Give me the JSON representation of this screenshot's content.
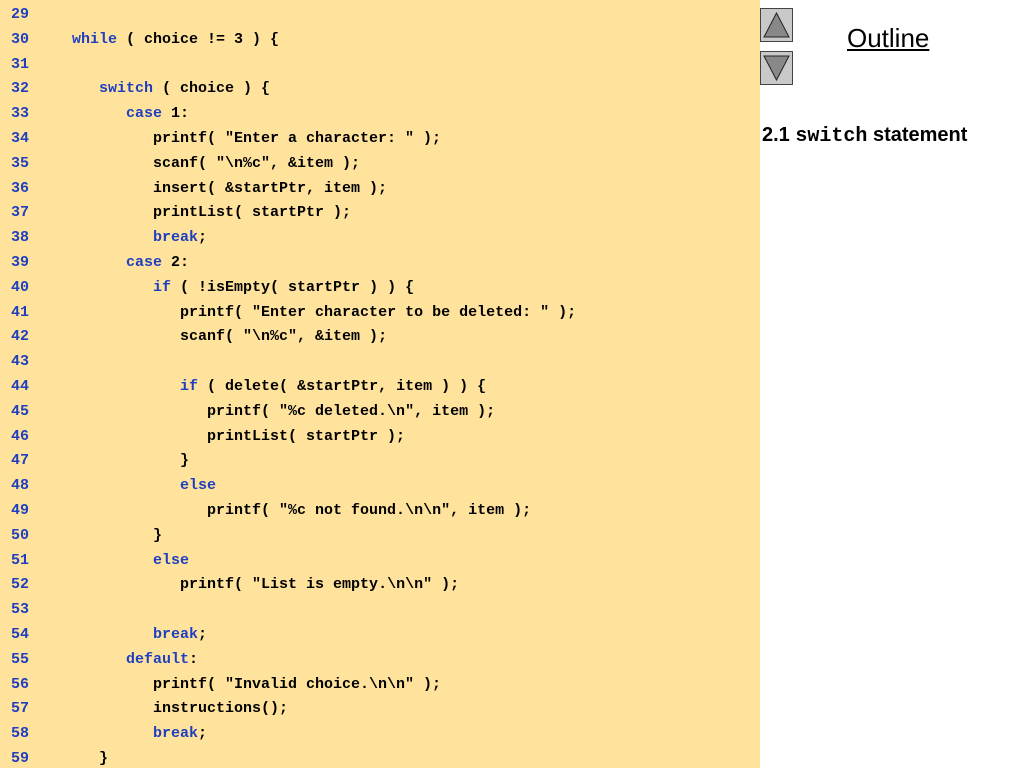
{
  "outline": {
    "label": "Outline"
  },
  "nav": {
    "up_icon": "triangle-up-icon",
    "down_icon": "triangle-down-icon"
  },
  "side": {
    "section_number": "2.1",
    "keyword": "switch",
    "rest": "statement"
  },
  "colors": {
    "code_bg": "#ffe39c",
    "line_number": "#1f3fbf",
    "keyword": "#1f3fbf",
    "nav_button": "#c9c9c9"
  },
  "lines": [
    {
      "n": "29",
      "indent": "",
      "parts": []
    },
    {
      "n": "30",
      "indent": "",
      "parts": [
        {
          "t": "while",
          "k": true
        },
        {
          "t": " ( choice != 3 ) {",
          "k": false
        }
      ]
    },
    {
      "n": "31",
      "indent": "",
      "parts": []
    },
    {
      "n": "32",
      "indent": "   ",
      "parts": [
        {
          "t": "switch",
          "k": true
        },
        {
          "t": " ( choice ) {",
          "k": false
        }
      ]
    },
    {
      "n": "33",
      "indent": "      ",
      "parts": [
        {
          "t": "case",
          "k": true
        },
        {
          "t": " 1:",
          "k": false
        }
      ]
    },
    {
      "n": "34",
      "indent": "         ",
      "parts": [
        {
          "t": "printf( \"Enter a character: \" );",
          "k": false
        }
      ]
    },
    {
      "n": "35",
      "indent": "         ",
      "parts": [
        {
          "t": "scanf( \"\\n%c\", &item );",
          "k": false
        }
      ]
    },
    {
      "n": "36",
      "indent": "         ",
      "parts": [
        {
          "t": "insert( &startPtr, item );",
          "k": false
        }
      ]
    },
    {
      "n": "37",
      "indent": "         ",
      "parts": [
        {
          "t": "printList( startPtr );",
          "k": false
        }
      ]
    },
    {
      "n": "38",
      "indent": "         ",
      "parts": [
        {
          "t": "break",
          "k": true
        },
        {
          "t": ";",
          "k": false
        }
      ]
    },
    {
      "n": "39",
      "indent": "      ",
      "parts": [
        {
          "t": "case",
          "k": true
        },
        {
          "t": " 2:",
          "k": false
        }
      ]
    },
    {
      "n": "40",
      "indent": "         ",
      "parts": [
        {
          "t": "if",
          "k": true
        },
        {
          "t": " ( !isEmpty( startPtr ) ) {",
          "k": false
        }
      ]
    },
    {
      "n": "41",
      "indent": "            ",
      "parts": [
        {
          "t": "printf( \"Enter character to be deleted: \" );",
          "k": false
        }
      ]
    },
    {
      "n": "42",
      "indent": "            ",
      "parts": [
        {
          "t": "scanf( \"\\n%c\", &item );",
          "k": false
        }
      ]
    },
    {
      "n": "43",
      "indent": "",
      "parts": []
    },
    {
      "n": "44",
      "indent": "            ",
      "parts": [
        {
          "t": "if",
          "k": true
        },
        {
          "t": " ( delete( &startPtr, item ) ) {",
          "k": false
        }
      ]
    },
    {
      "n": "45",
      "indent": "               ",
      "parts": [
        {
          "t": "printf( \"%c deleted.\\n\", item );",
          "k": false
        }
      ]
    },
    {
      "n": "46",
      "indent": "               ",
      "parts": [
        {
          "t": "printList( startPtr );",
          "k": false
        }
      ]
    },
    {
      "n": "47",
      "indent": "            ",
      "parts": [
        {
          "t": "}",
          "k": false
        }
      ]
    },
    {
      "n": "48",
      "indent": "            ",
      "parts": [
        {
          "t": "else",
          "k": true
        }
      ]
    },
    {
      "n": "49",
      "indent": "               ",
      "parts": [
        {
          "t": "printf( \"%c not found.\\n\\n\", item );",
          "k": false
        }
      ]
    },
    {
      "n": "50",
      "indent": "         ",
      "parts": [
        {
          "t": "}",
          "k": false
        }
      ]
    },
    {
      "n": "51",
      "indent": "         ",
      "parts": [
        {
          "t": "else",
          "k": true
        }
      ]
    },
    {
      "n": "52",
      "indent": "            ",
      "parts": [
        {
          "t": "printf( \"List is empty.\\n\\n\" );",
          "k": false
        }
      ]
    },
    {
      "n": "53",
      "indent": "",
      "parts": []
    },
    {
      "n": "54",
      "indent": "         ",
      "parts": [
        {
          "t": "break",
          "k": true
        },
        {
          "t": ";",
          "k": false
        }
      ]
    },
    {
      "n": "55",
      "indent": "      ",
      "parts": [
        {
          "t": "default",
          "k": true
        },
        {
          "t": ":",
          "k": false
        }
      ]
    },
    {
      "n": "56",
      "indent": "         ",
      "parts": [
        {
          "t": "printf( \"Invalid choice.\\n\\n\" );",
          "k": false
        }
      ]
    },
    {
      "n": "57",
      "indent": "         ",
      "parts": [
        {
          "t": "instructions();",
          "k": false
        }
      ]
    },
    {
      "n": "58",
      "indent": "         ",
      "parts": [
        {
          "t": "break",
          "k": true
        },
        {
          "t": ";",
          "k": false
        }
      ]
    },
    {
      "n": "59",
      "indent": "   ",
      "parts": [
        {
          "t": "}",
          "k": false
        }
      ]
    }
  ]
}
